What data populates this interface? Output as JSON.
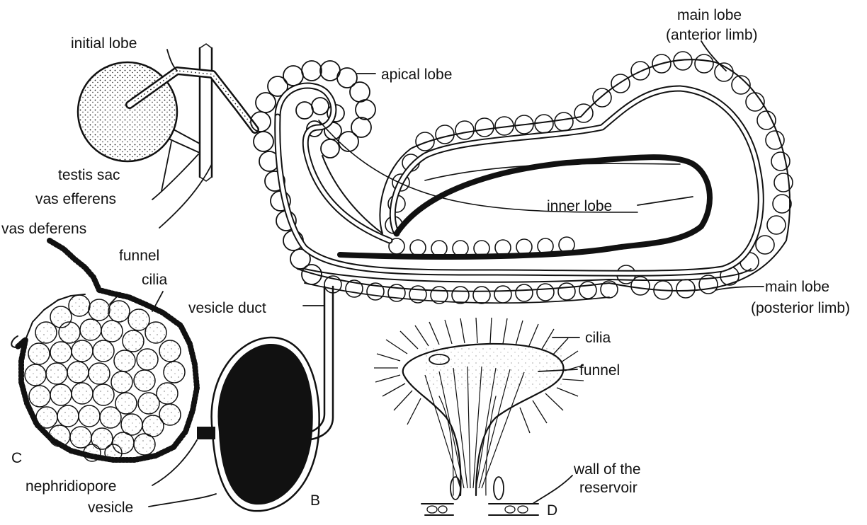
{
  "labels": {
    "initial_lobe": "initial lobe",
    "apical_lobe": "apical lobe",
    "main_lobe_anterior_1": "main lobe",
    "main_lobe_anterior_2": "(anterior limb)",
    "testis_sac": "testis sac",
    "vas_efferens": "vas efferens",
    "vas_deferens": "vas deferens",
    "inner_lobe": "inner lobe",
    "funnel_c": "funnel",
    "cilia_c": "cilia",
    "vesicle_duct": "vesicle duct",
    "main_lobe_posterior_1": "main lobe",
    "main_lobe_posterior_2": "(posterior limb)",
    "cilia_d": "cilia",
    "funnel_d": "funnel",
    "letter_c": "C",
    "nephridiopore": "nephridiopore",
    "vesicle": "vesicle",
    "letter_b": "B",
    "wall_1": "wall of the",
    "wall_2": "reservoir",
    "letter_d": "D"
  },
  "colors": {
    "ink": "#111111",
    "paper": "#ffffff"
  }
}
